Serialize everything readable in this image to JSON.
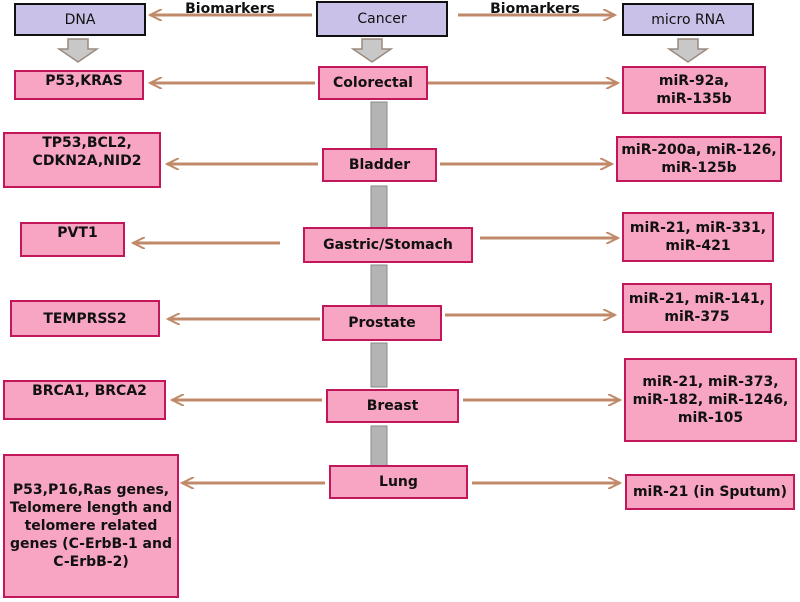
{
  "headers": {
    "dna": "DNA",
    "cancer": "Cancer",
    "micro_rna": "micro RNA",
    "biomarkers_left": "Biomarkers",
    "biomarkers_right": "Biomarkers"
  },
  "rows": [
    {
      "cancer": "Colorectal",
      "dna": [
        "P53,KRAS"
      ],
      "mirna": [
        "miR-92a,",
        "miR-135b"
      ]
    },
    {
      "cancer": "Bladder",
      "dna": [
        "TP53,BCL2,",
        "CDKN2A,NID2"
      ],
      "mirna": [
        "miR-200a, miR-126,",
        "miR-125b"
      ]
    },
    {
      "cancer": "Gastric/Stomach",
      "dna": [
        "PVT1"
      ],
      "mirna": [
        "miR-21, miR-331,",
        "miR-421"
      ]
    },
    {
      "cancer": "Prostate",
      "dna": [
        "TEMPRSS2"
      ],
      "mirna": [
        "miR-21, miR-141,",
        "miR-375"
      ]
    },
    {
      "cancer": "Breast",
      "dna": [
        "BRCA1, BRCA2"
      ],
      "mirna": [
        "miR-21, miR-373,",
        "miR-182, miR-1246,",
        "miR-105"
      ]
    },
    {
      "cancer": "Lung",
      "dna": [
        "P53,P16,Ras genes,",
        "Telomere length and",
        "telomere related",
        "genes (C-ErbB-1 and",
        "C-ErbB-2)"
      ],
      "mirna": [
        "miR-21 (in Sputum)"
      ]
    }
  ],
  "colors": {
    "header_fill": "#c9c1e7",
    "box_fill": "#f7a5c2",
    "box_border": "#c2185b",
    "arrow": "#c08a6a",
    "connector_fill": "#b4b4b4"
  }
}
